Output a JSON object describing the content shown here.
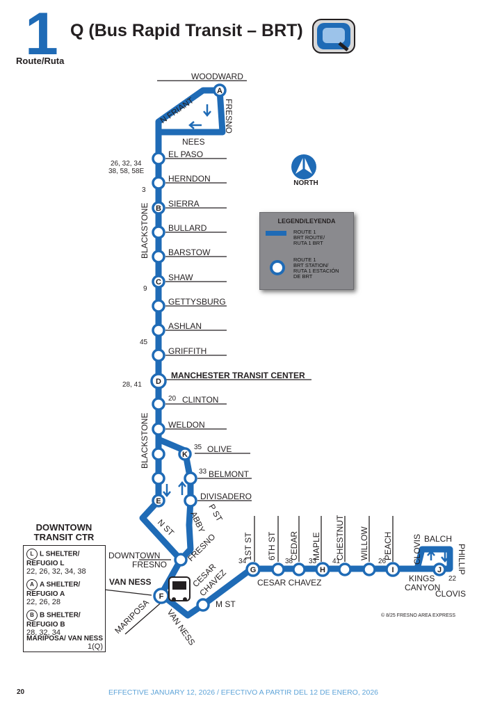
{
  "header": {
    "route_number": "1",
    "route_label": "Route/Ruta",
    "title": "Q (Bus Rapid Transit – BRT)"
  },
  "north": {
    "label": "NORTH"
  },
  "legend": {
    "title": "LEGEND/LEYENDA",
    "route_text": [
      "ROUTE 1",
      "BRT ROUTE/",
      "RUTA 1 BRT"
    ],
    "station_text": [
      "ROUTE 1",
      "BRT STATION/",
      "RUTA 1 ESTACIÓN",
      "DE BRT"
    ],
    "colors": {
      "route": "#1f6bb6",
      "station_fill": "#ffffff"
    }
  },
  "stations": [
    {
      "name": "WOODWARD",
      "letter": "A"
    },
    {
      "name": "NEES"
    },
    {
      "name": "EL PASO",
      "transfers": [
        "26, 32, 34",
        "38, 58, 58E"
      ]
    },
    {
      "name": "HERNDON",
      "transfers": [
        "3"
      ]
    },
    {
      "name": "SIERRA",
      "letter": "B"
    },
    {
      "name": "BULLARD"
    },
    {
      "name": "BARSTOW"
    },
    {
      "name": "SHAW",
      "letter": "C",
      "transfers": [
        "9"
      ]
    },
    {
      "name": "GETTYSBURG"
    },
    {
      "name": "ASHLAN"
    },
    {
      "name": "GRIFFITH",
      "transfers": [
        "45"
      ]
    },
    {
      "name": "MANCHESTER TRANSIT CENTER",
      "letter": "D",
      "transfers": [
        "28, 41"
      ]
    },
    {
      "name": "CLINTON",
      "transfers": [
        "20"
      ]
    },
    {
      "name": "WELDON"
    },
    {
      "name": "OLIVE",
      "letter": "K",
      "transfers": [
        "35"
      ]
    },
    {
      "name": "BELMONT",
      "transfers": [
        "33"
      ]
    },
    {
      "name": "DIVISADERO",
      "letter": "E"
    },
    {
      "name": "DOWNTOWN\nFRESNO"
    },
    {
      "name": "VAN NESS",
      "letter": "F"
    },
    {
      "name": "M ST"
    },
    {
      "name": "1ST ST",
      "letter": "G",
      "transfers": [
        "34"
      ]
    },
    {
      "name": "6TH ST"
    },
    {
      "name": "CEDAR",
      "transfers": [
        "38"
      ]
    },
    {
      "name": "MAPLE",
      "letter": "H",
      "transfers": [
        "33"
      ]
    },
    {
      "name": "CHESTNUT",
      "transfers": [
        "41"
      ]
    },
    {
      "name": "WILLOW"
    },
    {
      "name": "PEACH",
      "letter": "I",
      "transfers": [
        "26"
      ]
    },
    {
      "name": "CLOVIS",
      "letter": "J",
      "transfers": [
        "22"
      ]
    }
  ],
  "streets": {
    "n_friant": "N FRIANT",
    "fresno": "FRESNO",
    "blackstone": "BLACKSTONE",
    "n_st": "N ST",
    "abby": "ABBY",
    "p_st": "P ST",
    "cesar_chavez": "CESAR CHAVEZ",
    "cesar": "CESAR",
    "chavez": "CHAVEZ",
    "mariposa": "MARIPOSA",
    "van_ness": "VAN NESS",
    "kings": "KINGS",
    "canyon": "CANYON",
    "balch": "BALCH",
    "phillip": "PHILLIP",
    "clovis": "CLOVIS"
  },
  "downtown": {
    "title": "DOWNTOWN TRANSIT CTR",
    "shelters": [
      {
        "symbol": "L",
        "name": "L SHELTER/ REFUGIO L",
        "routes": "22, 26, 32, 34, 38"
      },
      {
        "symbol": "A",
        "name": "A SHELTER/ REFUGIO A",
        "routes": "22, 26, 28"
      },
      {
        "symbol": "B",
        "name": "B SHELTER/ REFUGIO B",
        "routes": "28, 32, 34"
      }
    ],
    "mariposa": {
      "name": "MARIPOSA/ VAN NESS",
      "routes": "1(Q)"
    }
  },
  "footer": {
    "page": "20",
    "effective": "EFFECTIVE JANUARY 12, 2026 / EFECTIVO A PARTIR DEL 12 DE ENERO, 2026",
    "copyright": "© 8/25 FRESNO AREA EXPRESS"
  }
}
